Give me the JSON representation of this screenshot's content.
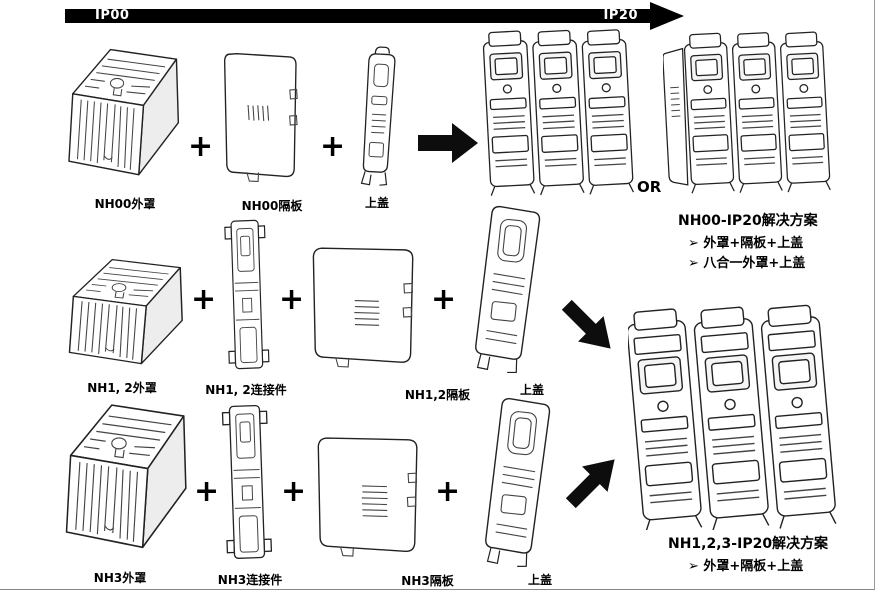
{
  "top_bar": {
    "left": "IP00",
    "right": "IP20"
  },
  "plus": "+",
  "or": "OR",
  "row1": {
    "cover_label": "NH00外罩",
    "partition_label": "NH00隔板",
    "topcover_label": "上盖"
  },
  "row2": {
    "cover_label": "NH1, 2外罩",
    "connector_label": "NH1, 2连接件",
    "partition_label": "NH1,2隔板",
    "topcover_label": "上盖"
  },
  "row3": {
    "cover_label": "NH3外罩",
    "connector_label": "NH3连接件",
    "partition_label": "NH3隔板",
    "topcover_label": "上盖"
  },
  "solution_nh00": {
    "title": "NH00-IP20解决方案",
    "bullet1": "➢ 外罩+隔板+上盖",
    "bullet2": "➢ 八合一外罩+上盖"
  },
  "solution_nh123": {
    "title": "NH1,2,3-IP20解决方案",
    "bullet1": "➢ 外罩+隔板+上盖"
  }
}
